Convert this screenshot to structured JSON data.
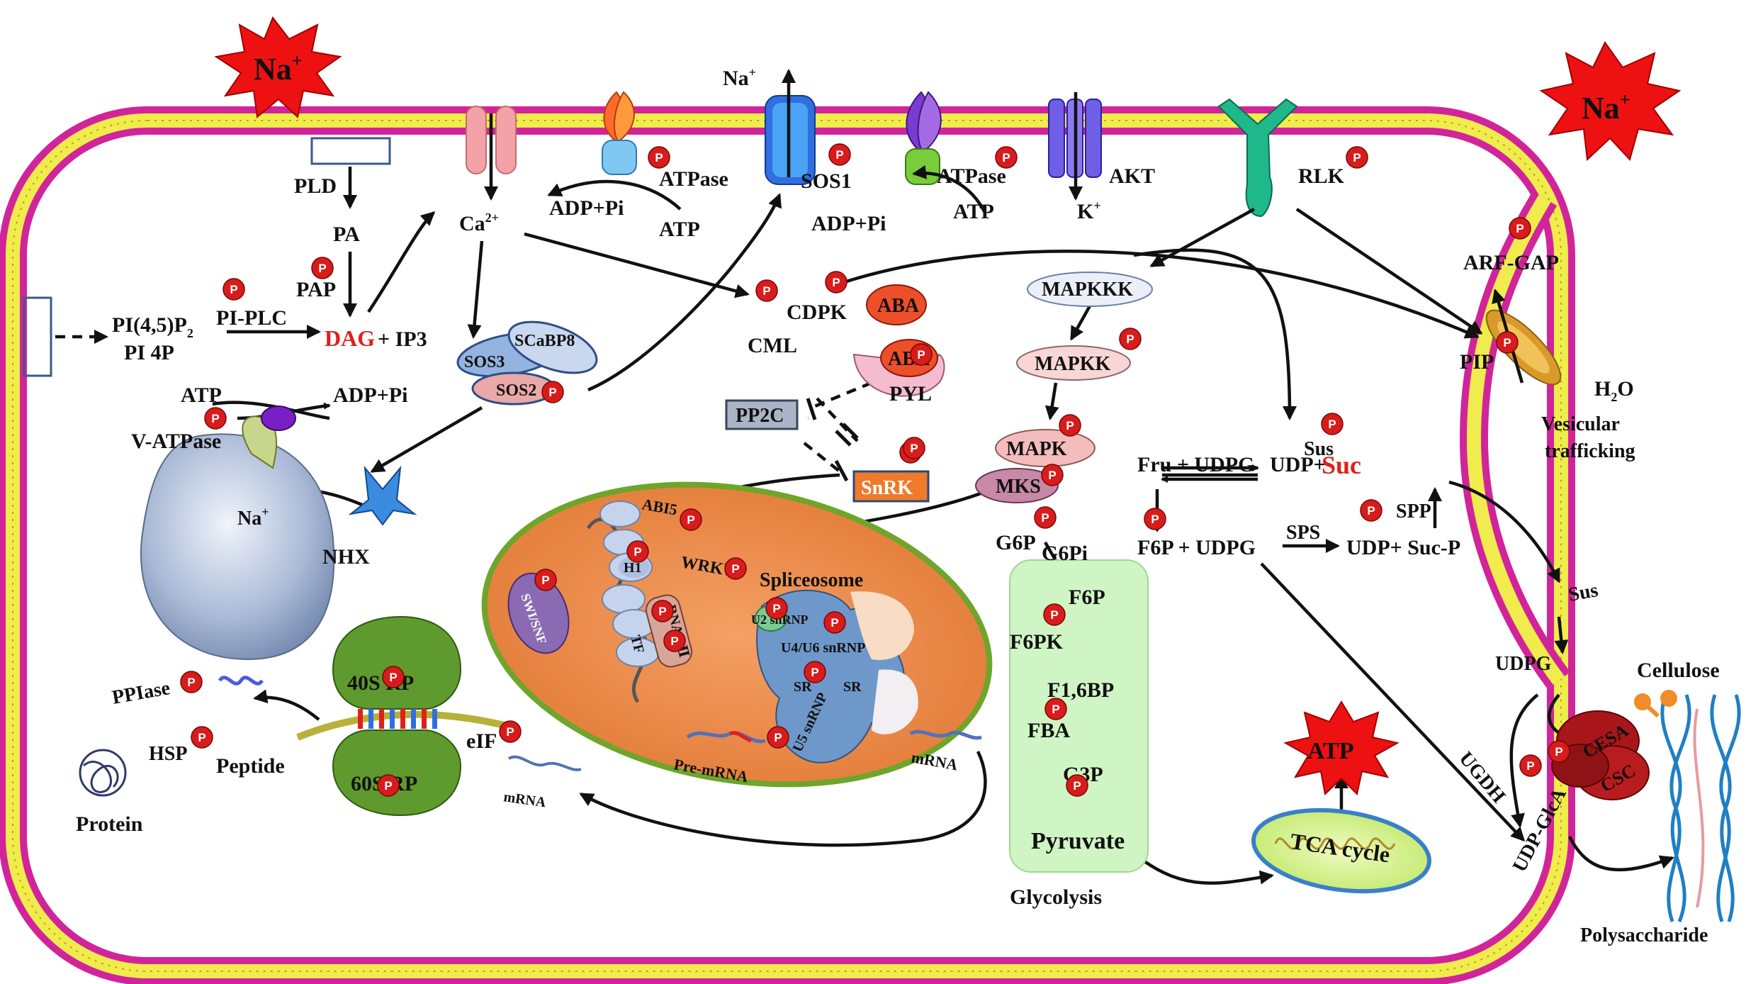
{
  "phospho_marker": "P",
  "colors": {
    "membrane_heads": "#c020c8",
    "membrane_core": "#f2ee4a",
    "na_star": "#ee1111",
    "nucleus": "#ef8a4a",
    "glycolysis_box": "#cff5c4",
    "ribosome": "#5e9a2e",
    "phospho": "#d81c1c"
  },
  "ions": {
    "na_left_star": "Na",
    "na_right_star": "Na",
    "na_channel_out": "Na",
    "na_vacuole": "Na",
    "k_ion": "K"
  },
  "membrane": {
    "pld": "PLD",
    "pa": "PA",
    "pap": "PAP",
    "pip2": "PI(4,5)P",
    "pi4p": "PI 4P",
    "pi_plc": "PI-PLC",
    "dag": "DAG",
    "ip3": "+ IP3",
    "ca": "Ca",
    "atp_left": "ATP",
    "adp_left": "ADP+Pi",
    "atpase_left": "ATPase",
    "sos1": "SOS1",
    "atpase_right": "ATPase",
    "adp_right": "ADP+Pi",
    "atp_right": "ATP",
    "akt": "AKT",
    "rlk": "RLK",
    "arf_gap": "ARF-GAP",
    "pip": "PIP",
    "h2o": "H",
    "vesicular": "Vesicular",
    "trafficking": "trafficking"
  },
  "signaling": {
    "sos3": "SOS3",
    "scabp8": "SCaBP8",
    "sos2": "SOS2",
    "cdpk": "CDPK",
    "cml": "CML",
    "aba1": "ABA",
    "aba2": "ABA",
    "pyl": "PYL",
    "pp2c": "PP2C",
    "snrk": "SnRK",
    "mapkkk": "MAPKKK",
    "mapkk": "MAPKK",
    "mapk": "MAPK",
    "mks": "MKS"
  },
  "vacuole": {
    "atp": "ATP",
    "adp": "ADP+Pi",
    "v_atpase": "V-ATPase",
    "nhx": "NHX"
  },
  "nucleus": {
    "abi5": "ABI5",
    "wrky": "WRKY",
    "spliceosome": "Spliceosome",
    "swi_snf": "SWI/SNF",
    "h1": "H1",
    "rnap": "RNAP Ⅱ",
    "tf": "TF",
    "u2": "U2 snRNP",
    "u4u6": "U4/U6 snRNP",
    "sr1": "SR",
    "sr2": "SR",
    "u5": "U5 snRNP",
    "pre_mrna": "Pre-mRNA",
    "mrna": "mRNA"
  },
  "translation": {
    "rp40": "40S RP",
    "rp60": "60S RP",
    "eif": "eIF",
    "mrna": "mRNA",
    "peptide": "Peptide",
    "ppiase": "PPIase",
    "hsp": "HSP",
    "protein": "Protein"
  },
  "sugar": {
    "sus1": "Sus",
    "fru": "Fru + UDPG",
    "udp_suc": "UDP+",
    "suc": "Suc",
    "g6p": "G6P",
    "g6pi": "G6Pi",
    "f6p_udpg": "F6P + UDPG",
    "sps": "SPS",
    "udp_sucp": "UDP+ Suc-P",
    "spp": "SPP",
    "sus2": "Sus",
    "udpg": "UDPG",
    "cellulose": "Cellulose",
    "cesa": "CESA",
    "csc": "CSC",
    "ugdh": "UGDH",
    "udp_glca": "UDP-GlcA",
    "polysaccharide": "Polysaccharide"
  },
  "glycolysis": {
    "f6p": "F6P",
    "f6pk": "F6PK",
    "f16bp": "F1,6BP",
    "fba": "FBA",
    "g3p": "G3P",
    "pyruvate": "Pyruvate",
    "label": "Glycolysis"
  },
  "energy": {
    "atp_star": "ATP",
    "tca": "TCA cycle"
  }
}
